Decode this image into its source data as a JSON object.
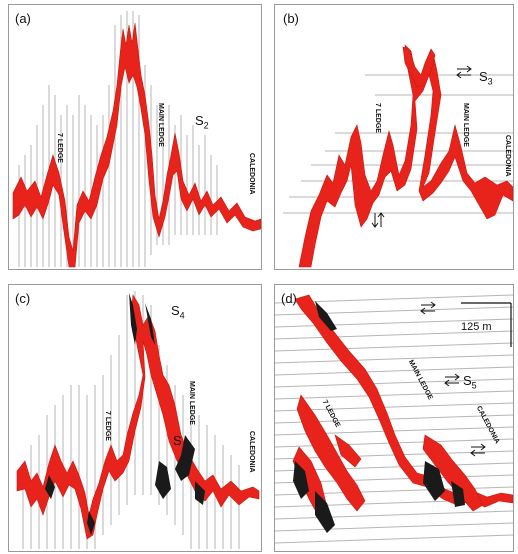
{
  "panels": [
    {
      "letter": "(a)",
      "ledges": {
        "seven": "7 LEDGE",
        "main": "MAIN LEDGE",
        "cal": "CALEDONIA"
      },
      "stress": {
        "s": "S",
        "sub": "2"
      }
    },
    {
      "letter": "(b)",
      "ledges": {
        "seven": "7 LEDGE",
        "main": "MAIN LEDGE",
        "cal": "CALEDONIA"
      },
      "stress": {
        "s": "S",
        "sub": "3"
      }
    },
    {
      "letter": "(c)",
      "ledges": {
        "seven": "7 LEDGE",
        "main": "MAIN LEDGE",
        "cal": "CALEDONIA"
      },
      "stress": {
        "s": "S",
        "sub": "4"
      },
      "stress_b": {
        "s": "S"
      }
    },
    {
      "letter": "(d)",
      "ledges": {
        "seven": "7 LEDGE",
        "main": "MAIN LEDGE",
        "cal": "CALEDONIA"
      },
      "stress": {
        "s": "S",
        "sub": "5"
      },
      "scale": "125 m"
    }
  ],
  "colors": {
    "vein": "#e8231b",
    "dark": "#1a1a1a",
    "grid": "#b5b5b5",
    "border": "#9a9a9a"
  }
}
